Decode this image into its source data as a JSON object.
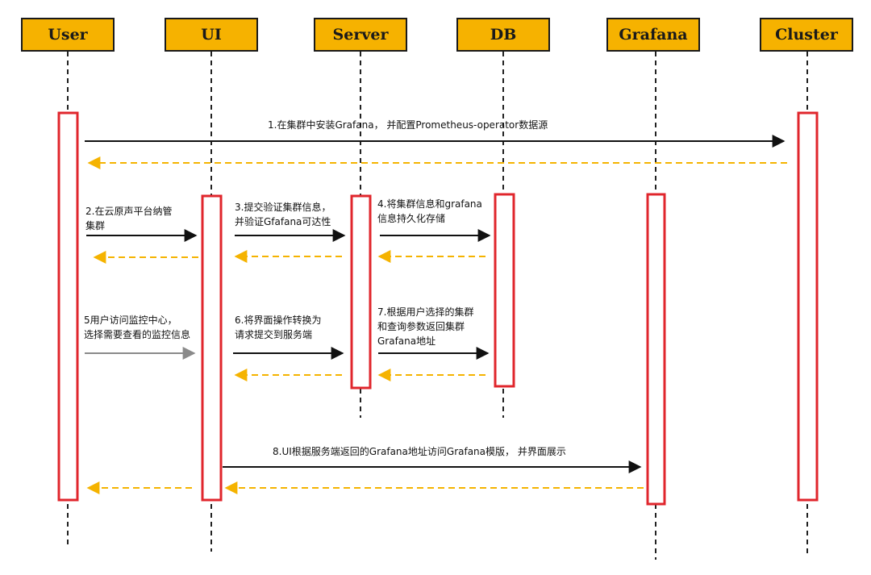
{
  "actors": [
    "User",
    "UI",
    "Server",
    "DB",
    "Grafana",
    "Cluster"
  ],
  "messages": {
    "m1": "1.在集群中安装Grafana， 并配置Prometheus-operator数据源",
    "m2": [
      "2.在云原声平台纳管",
      "集群"
    ],
    "m3": [
      "3.提交验证集群信息，",
      "并验证Gfafana可达性"
    ],
    "m4": [
      "4.将集群信息和grafana",
      "信息持久化存储"
    ],
    "m5": [
      "5用户访问监控中心，",
      "选择需要查看的监控信息"
    ],
    "m6": [
      "6.将界面操作转换为",
      "请求提交到服务端"
    ],
    "m7": [
      "7.根据用户选择的集群",
      "和查询参数返回集群",
      "Grafana地址"
    ],
    "m8": "8.UI根据服务端返回的Grafana地址访问Grafana模版， 并界面展示"
  },
  "colors": {
    "actor_fill": "#f6b200",
    "activation_border": "#e0262c",
    "request_arrow": "#111111",
    "response_arrow": "#f5b300",
    "gray_arrow": "#8a8a8a"
  }
}
